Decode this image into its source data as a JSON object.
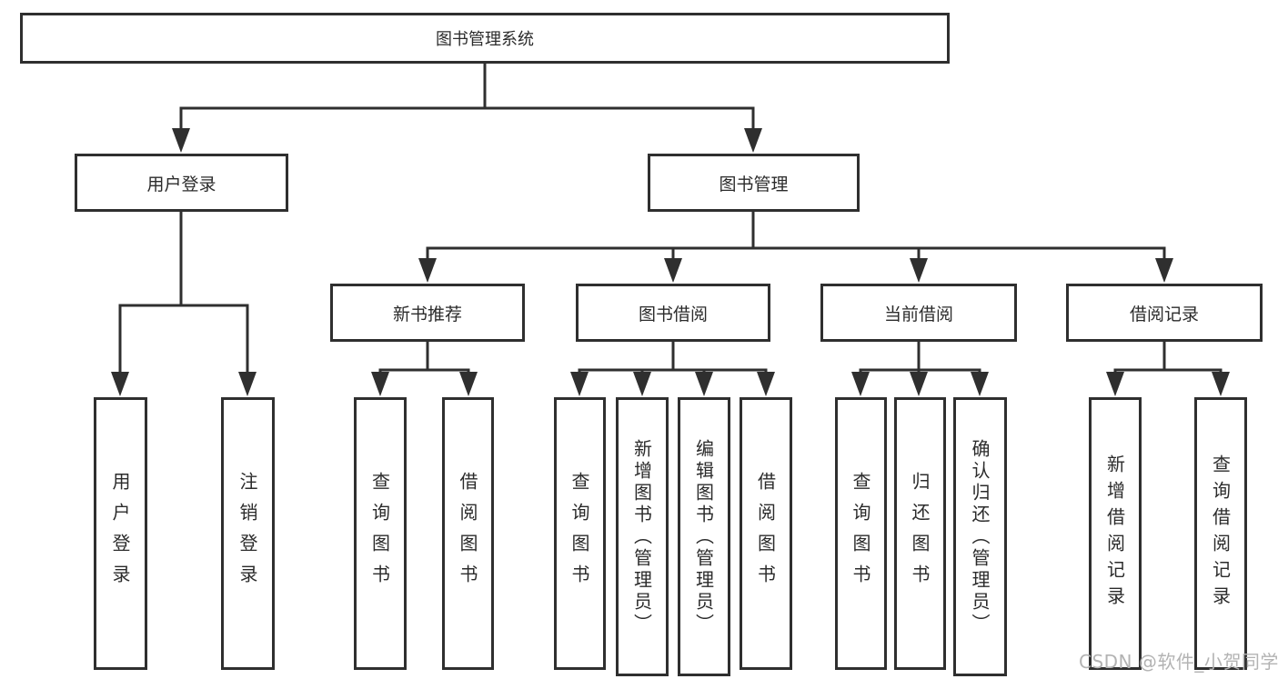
{
  "tree": {
    "root": {
      "label": "图书管理系统"
    },
    "children": [
      {
        "label": "用户登录",
        "children": [
          {
            "label": "用户登录"
          },
          {
            "label": "注销登录"
          }
        ]
      },
      {
        "label": "图书管理",
        "children": [
          {
            "label": "新书推荐",
            "children": [
              {
                "label": "查询图书"
              },
              {
                "label": "借阅图书"
              }
            ]
          },
          {
            "label": "图书借阅",
            "children": [
              {
                "label": "查询图书"
              },
              {
                "label": "新增图书（管理员）"
              },
              {
                "label": "编辑图书（管理员）"
              },
              {
                "label": "借阅图书"
              }
            ]
          },
          {
            "label": "当前借阅",
            "children": [
              {
                "label": "查询图书"
              },
              {
                "label": "归还图书"
              },
              {
                "label": "确认归还（管理员）"
              }
            ]
          },
          {
            "label": "借阅记录",
            "children": [
              {
                "label": "新增借阅记录"
              },
              {
                "label": "查询借阅记录"
              }
            ]
          }
        ]
      }
    ]
  },
  "watermark": {
    "text": "CSDN @软件_小贺同学"
  },
  "colors": {
    "line": "#2f2f2f",
    "box_border": "#2f2f2f",
    "text": "#2b2b2b",
    "watermark": "#b3b3b3",
    "background": "#ffffff"
  }
}
